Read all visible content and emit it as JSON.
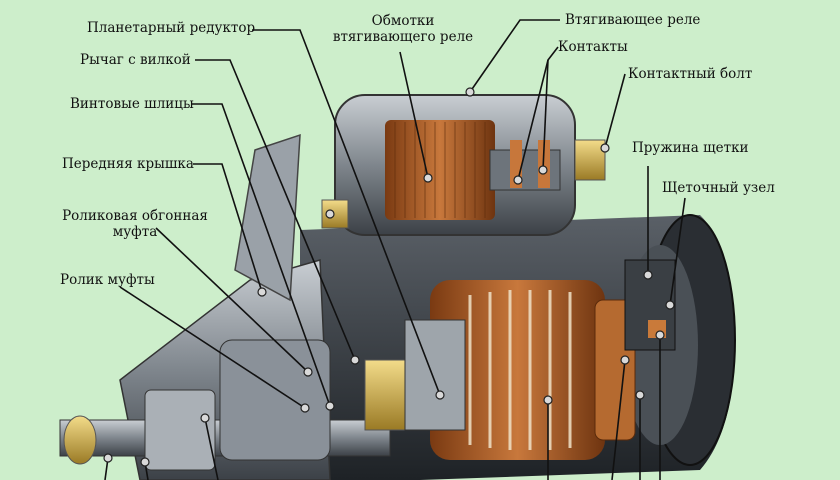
{
  "labels": {
    "planetary_gear": "Планетарный редуктор",
    "pull_in_windings_line1": "Обмотки",
    "pull_in_windings_line2": "втягивающего реле",
    "solenoid": "Втягивающее реле",
    "contacts": "Контакты",
    "contact_bolt": "Контактный болт",
    "fork_lever": "Рычаг с вилкой",
    "helical_splines": "Винтовые шлицы",
    "front_cover": "Передняя крышка",
    "overrunning_clutch_line1": "Роликовая обгонная",
    "overrunning_clutch_line2": "муфта",
    "clutch_roller": "Ролик муфты",
    "brush_spring": "Пружина щетки",
    "brush_assembly": "Щеточный узел"
  },
  "colors": {
    "background": "#cdeecb",
    "leader_line": "#111111",
    "marker": "#d9d9d9",
    "copper": "#b0622c",
    "steel": "#8a9199"
  }
}
